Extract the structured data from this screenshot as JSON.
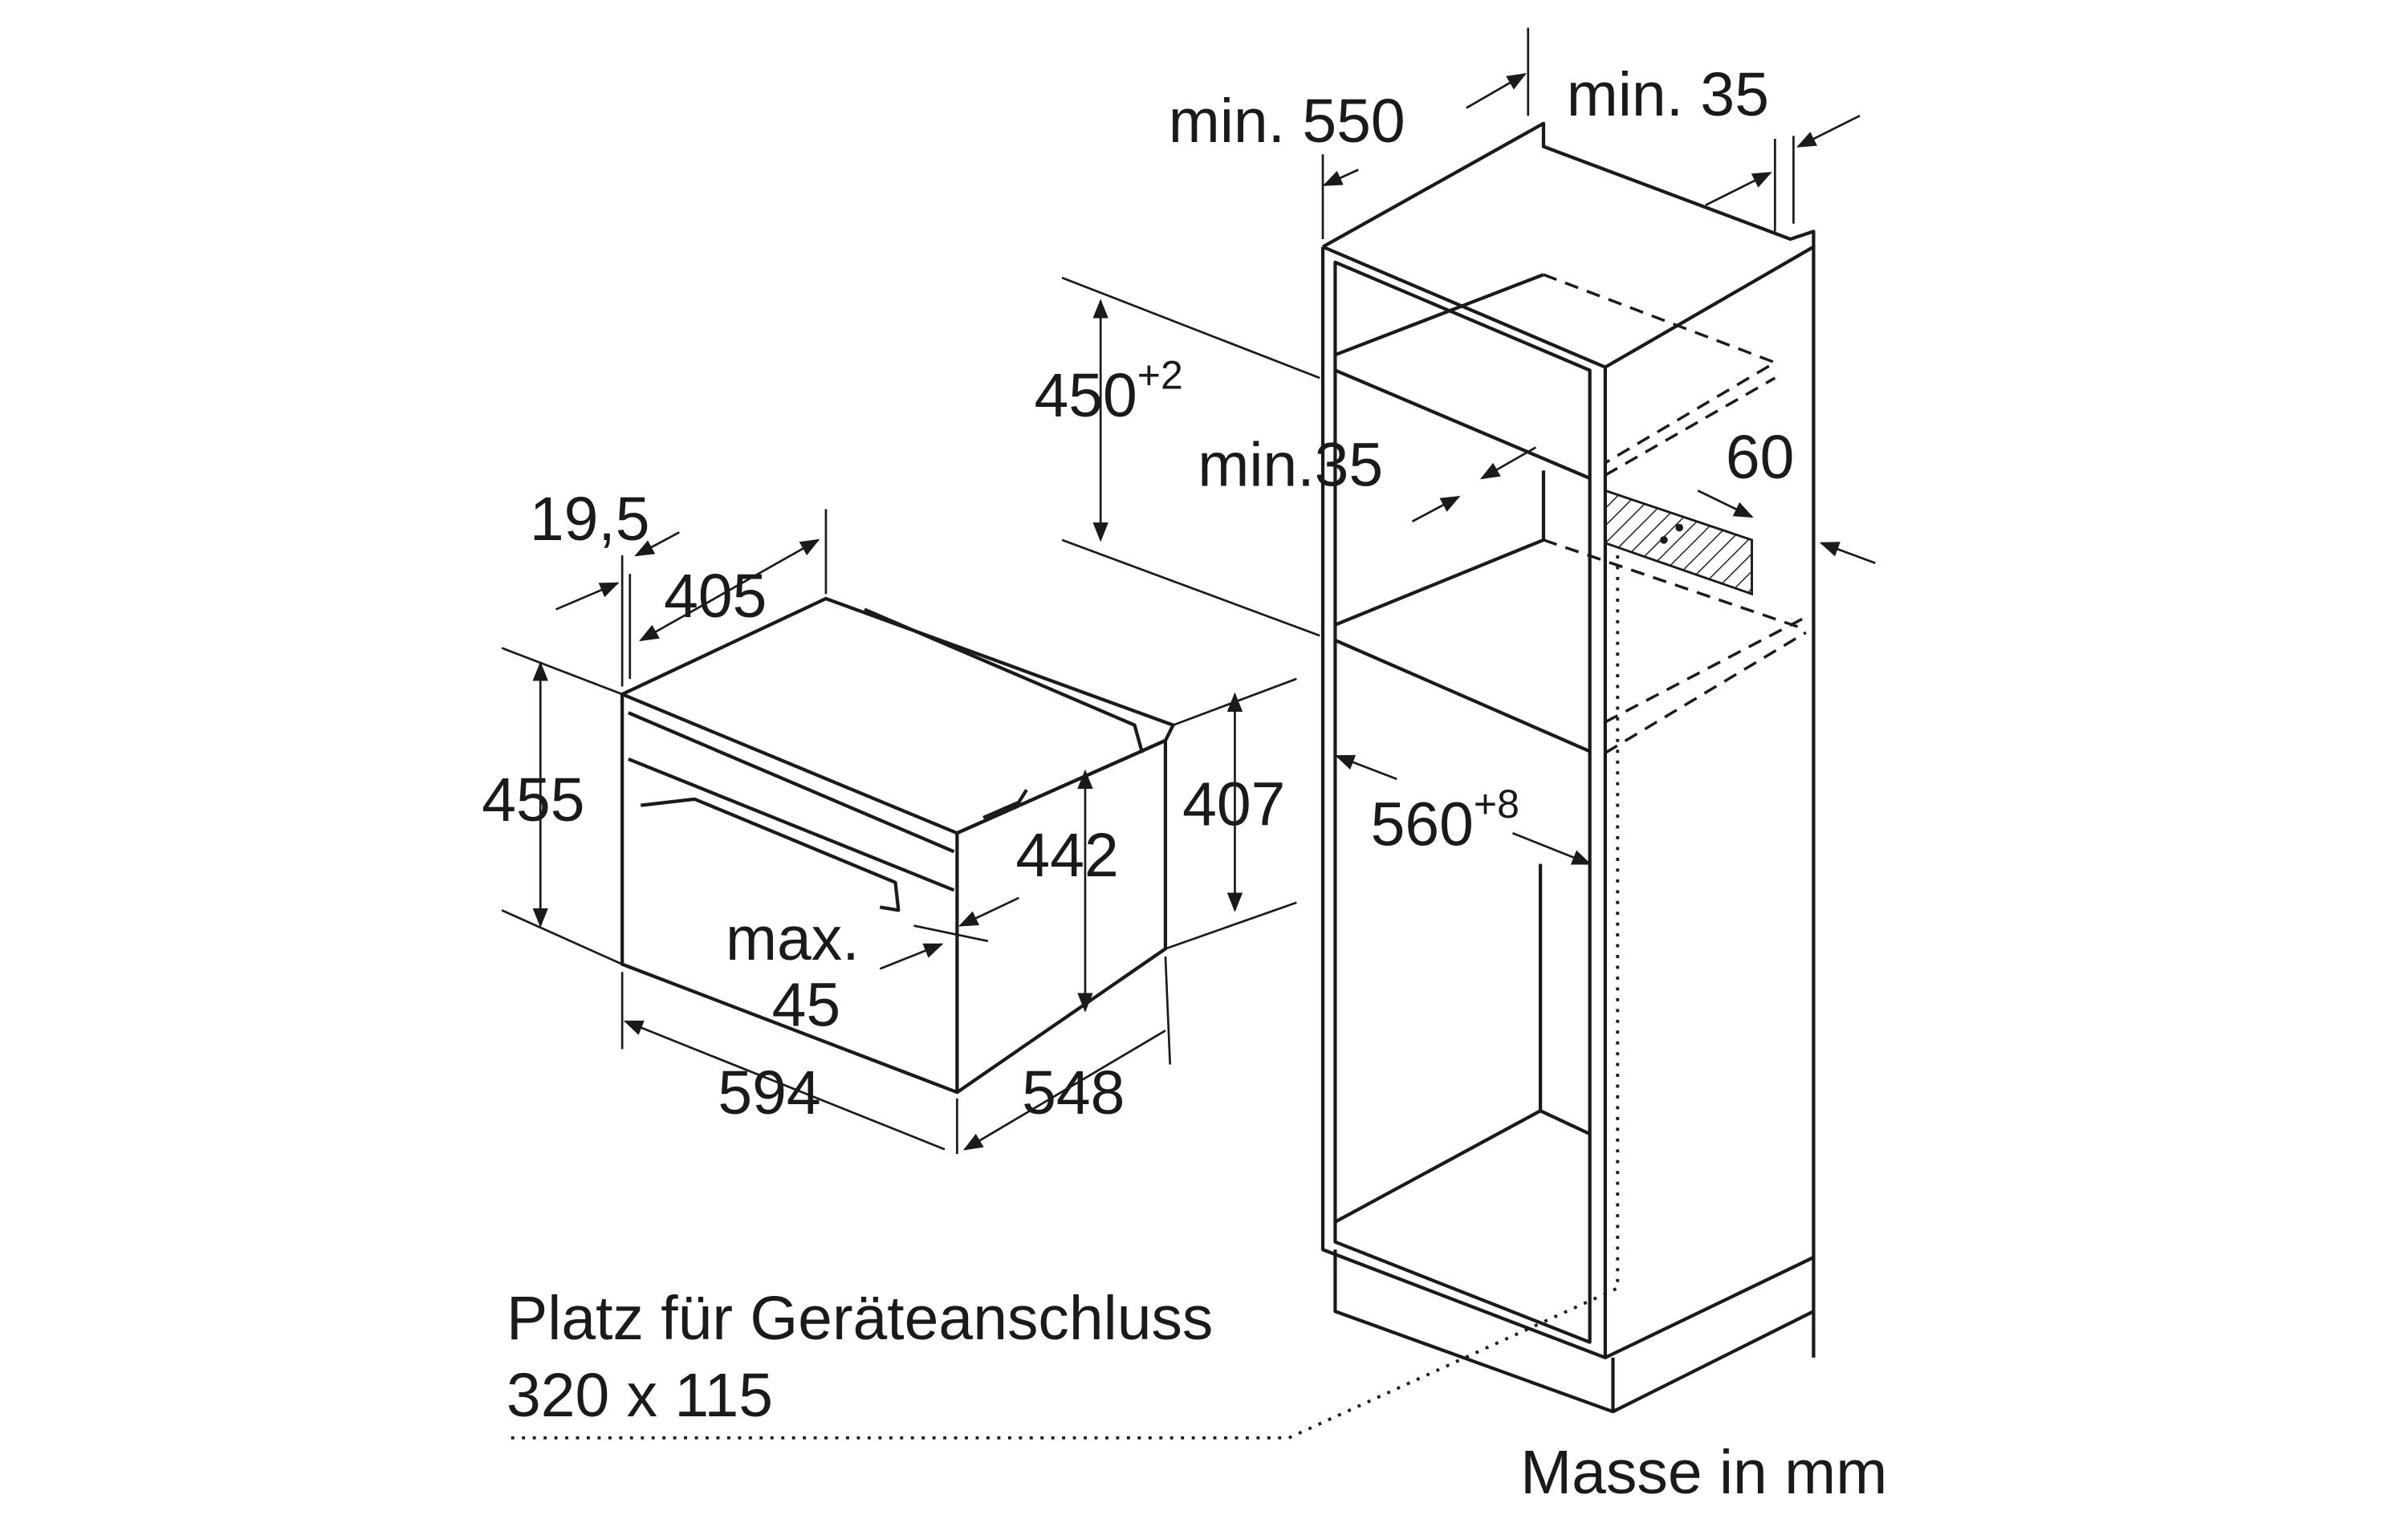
{
  "dimensions": {
    "min_550": "min. 550",
    "min_35_top": "min. 35",
    "niche_height": "450",
    "niche_height_tol": "+2",
    "min_35_mid": "min.35",
    "d60": "60",
    "d19_5": "19,5",
    "d405": "405",
    "d455": "455",
    "d407": "407",
    "d442": "442",
    "max_label": "max.",
    "max_value": "45",
    "d594": "594",
    "d548": "548",
    "niche_width": "560",
    "niche_width_tol": "+8"
  },
  "notes": {
    "connection_line1": "Platz für Geräteanschluss",
    "connection_line2": "320 x 115",
    "units": "Masse in mm"
  }
}
